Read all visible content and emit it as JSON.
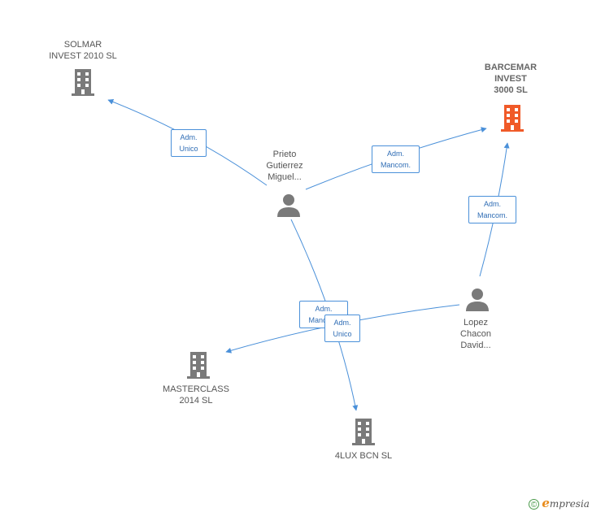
{
  "colors": {
    "edge": "#4a90d9",
    "company": "#7a7a7a",
    "company_highlight": "#f05a28",
    "person": "#7a7a7a"
  },
  "nodes": {
    "solmar": {
      "lines": [
        "SOLMAR",
        "INVEST 2010 SL"
      ],
      "icon": "building-icon"
    },
    "barcemar": {
      "lines": [
        "BARCEMAR",
        "INVEST",
        "3000 SL"
      ],
      "icon": "building-icon"
    },
    "prieto": {
      "lines": [
        "Prieto",
        "Gutierrez",
        "Miguel..."
      ],
      "icon": "person-icon"
    },
    "lopez": {
      "lines": [
        "Lopez",
        "Chacon",
        "David..."
      ],
      "icon": "person-icon"
    },
    "masterclass": {
      "lines": [
        "MASTERCLASS",
        "2014  SL"
      ],
      "icon": "building-icon"
    },
    "lux": {
      "lines": [
        "4LUX BCN SL"
      ],
      "icon": "building-icon"
    }
  },
  "edge_labels": {
    "prieto_solmar": [
      "Adm.",
      "Unico"
    ],
    "prieto_barcemar": [
      "Adm.",
      "Mancom."
    ],
    "lopez_barcemar": [
      "Adm.",
      "Mancom."
    ],
    "prieto_lux": [
      "Adm.",
      "Mancom."
    ],
    "lopez_masterclass": [
      "Adm.",
      "Unico"
    ]
  },
  "footer": {
    "copyright_symbol": "©",
    "brand_initial": "e",
    "brand_rest": "mpresia"
  }
}
